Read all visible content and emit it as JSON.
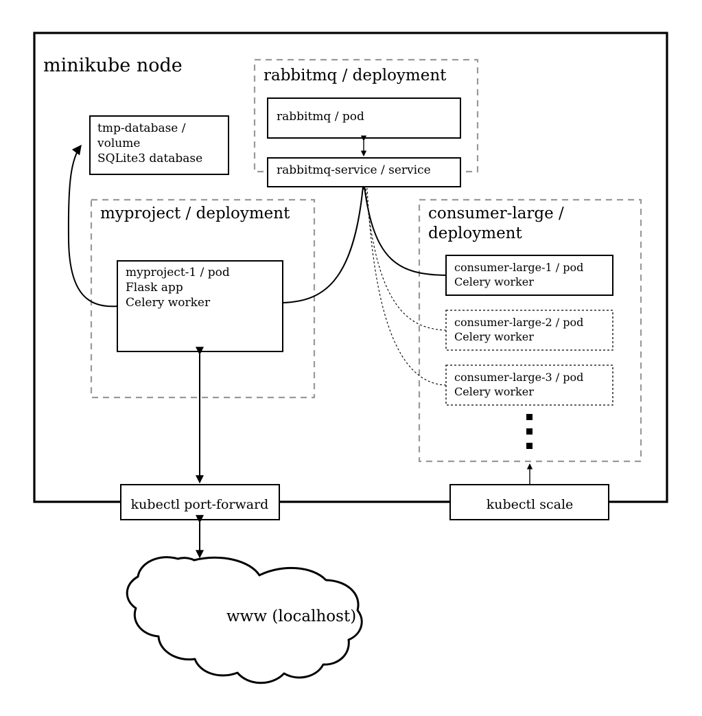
{
  "diagram": {
    "title": "minikube node",
    "node_label": "minikube node",
    "groups": [
      {
        "id": "rabbitmq-deployment",
        "label": "rabbitmq / deployment",
        "style": "dashed"
      },
      {
        "id": "myproject-deployment",
        "label": "myproject / deployment",
        "style": "dashed"
      },
      {
        "id": "consumer-large-deployment",
        "label_line1": "consumer-large /",
        "label_line2": "deployment",
        "style": "dashed"
      }
    ],
    "boxes": {
      "tmp_database": {
        "line1": "tmp-database /",
        "line2": "volume",
        "line3": "SQLite3 database",
        "style": "solid"
      },
      "rabbitmq_pod": {
        "line1": "rabbitmq / pod",
        "style": "solid"
      },
      "rabbitmq_service": {
        "line1": "rabbitmq-service / service",
        "style": "solid"
      },
      "myproject_pod": {
        "line1": "myproject-1 / pod",
        "line2": "Flask app",
        "line3": "Celery worker",
        "style": "solid"
      },
      "consumer_large_1": {
        "line1": "consumer-large-1 / pod",
        "line2": "Celery worker",
        "style": "solid"
      },
      "consumer_large_2": {
        "line1": "consumer-large-2 / pod",
        "line2": "Celery worker",
        "style": "dotted"
      },
      "consumer_large_3": {
        "line1": "consumer-large-3 / pod",
        "line2": "Celery worker",
        "style": "dotted"
      },
      "kubectl_port_forward": {
        "line1": "kubectl port-forward",
        "style": "solid"
      },
      "kubectl_scale": {
        "line1": "kubectl scale",
        "style": "solid"
      }
    },
    "cloud": {
      "label": "www (localhost)"
    },
    "ellipsis": {
      "symbol": "vertical-ellipsis",
      "count": 3
    },
    "colors": {
      "stroke": "#000000",
      "group_stroke": "#999999",
      "background": "#ffffff"
    }
  }
}
